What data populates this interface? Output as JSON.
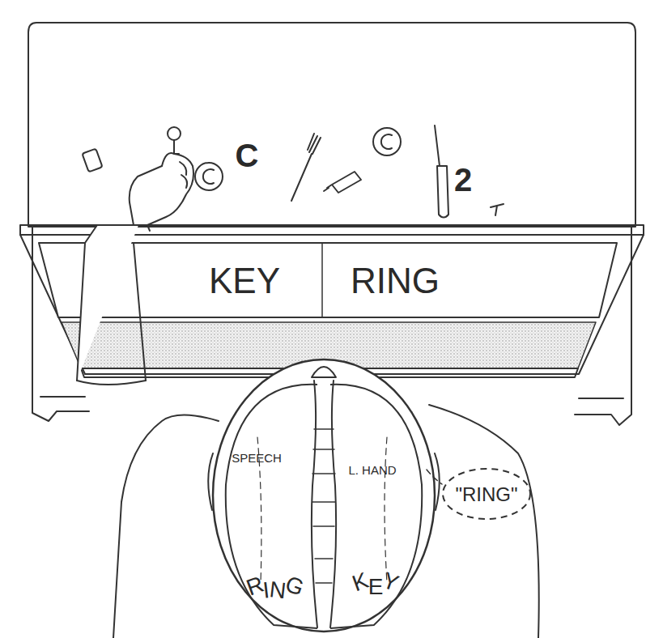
{
  "diagram": {
    "nodes": [
      {
        "text": [
          "KEY"
        ]
      },
      {
        "text": [
          "RING"
        ]
      },
      {
        "text": [
          "SPEECH",
          "RING"
        ]
      },
      {
        "text": [
          "L. HAND",
          "KEY"
        ]
      },
      {
        "text": [
          "\"RING\""
        ]
      }
    ],
    "labels": [
      "C",
      "2"
    ]
  }
}
